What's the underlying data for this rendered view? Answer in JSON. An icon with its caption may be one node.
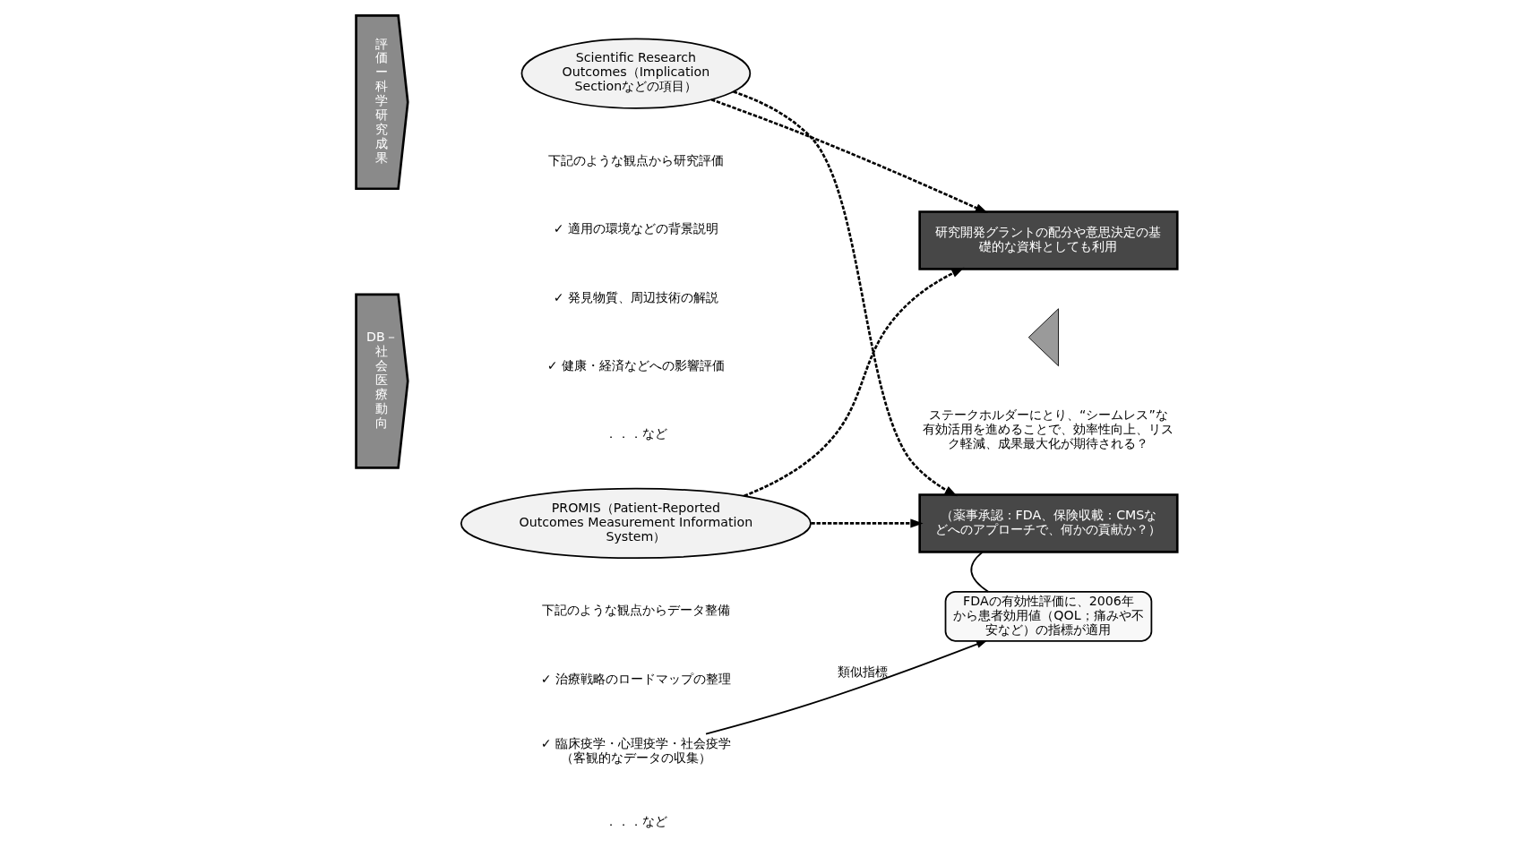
{
  "diagram": {
    "nodes": [
      {
        "text": [
          "評価ー科学研究成果"
        ]
      },
      {
        "text": [
          "Scientific Research Outcomes（Implication Sectionなどの項目）"
        ]
      },
      {
        "text": [
          "研究開発グラントの配分や意思決定の基礎的な資料としても利用"
        ]
      },
      {
        "text": [],
        "shape": "triangle"
      },
      {
        "text": [
          "ステークホルダーにとり、“シームレス”な有効活用を進めることで、効率性向上、リスク軽減、成果最大化が期待される？"
        ]
      },
      {
        "text": [
          "DB－社会医療動向"
        ]
      },
      {
        "text": [
          "PROMIS（Patient-Reported Outcomes Measurement Information System）"
        ]
      },
      {
        "text": [
          "（薬事承認：FDA、保険収載：CMSなどへのアプローチで、何かの貢献か？）"
        ]
      },
      {
        "text": [
          "✓ 臨床疫学・心理疫学・社会疫学（客観的なデータの収集）"
        ]
      },
      {
        "text": [
          "FDAの有効性評価に、2006年から患者効用値（QOL；痛みや不安など）の指標が適用"
        ]
      }
    ],
    "edges": [
      {
        "from": 1,
        "to": 2,
        "arrow": "to",
        "style": "dashed"
      },
      {
        "from": 1,
        "to": 7,
        "arrow": "to",
        "style": "dashed"
      },
      {
        "from": 6,
        "to": 2,
        "arrow": "to",
        "style": "dashed"
      },
      {
        "from": 6,
        "to": 7,
        "arrow": "to",
        "style": "dashed"
      },
      {
        "from": 9,
        "to": 7,
        "arrow": "none"
      },
      {
        "from": 8,
        "to": 9,
        "arrow": "to",
        "label": "類似指標"
      }
    ],
    "labels": [
      "下記のような観点から研究評価",
      "✓ 適用の環境などの背景説明",
      "✓ 発見物質、周辺技術の解説",
      "✓ 健康・経済などへの影響評価",
      "．．．など",
      "下記のような観点からデータ整備",
      "✓ 治療戦略のロードマップの整理",
      "．．．など"
    ]
  }
}
